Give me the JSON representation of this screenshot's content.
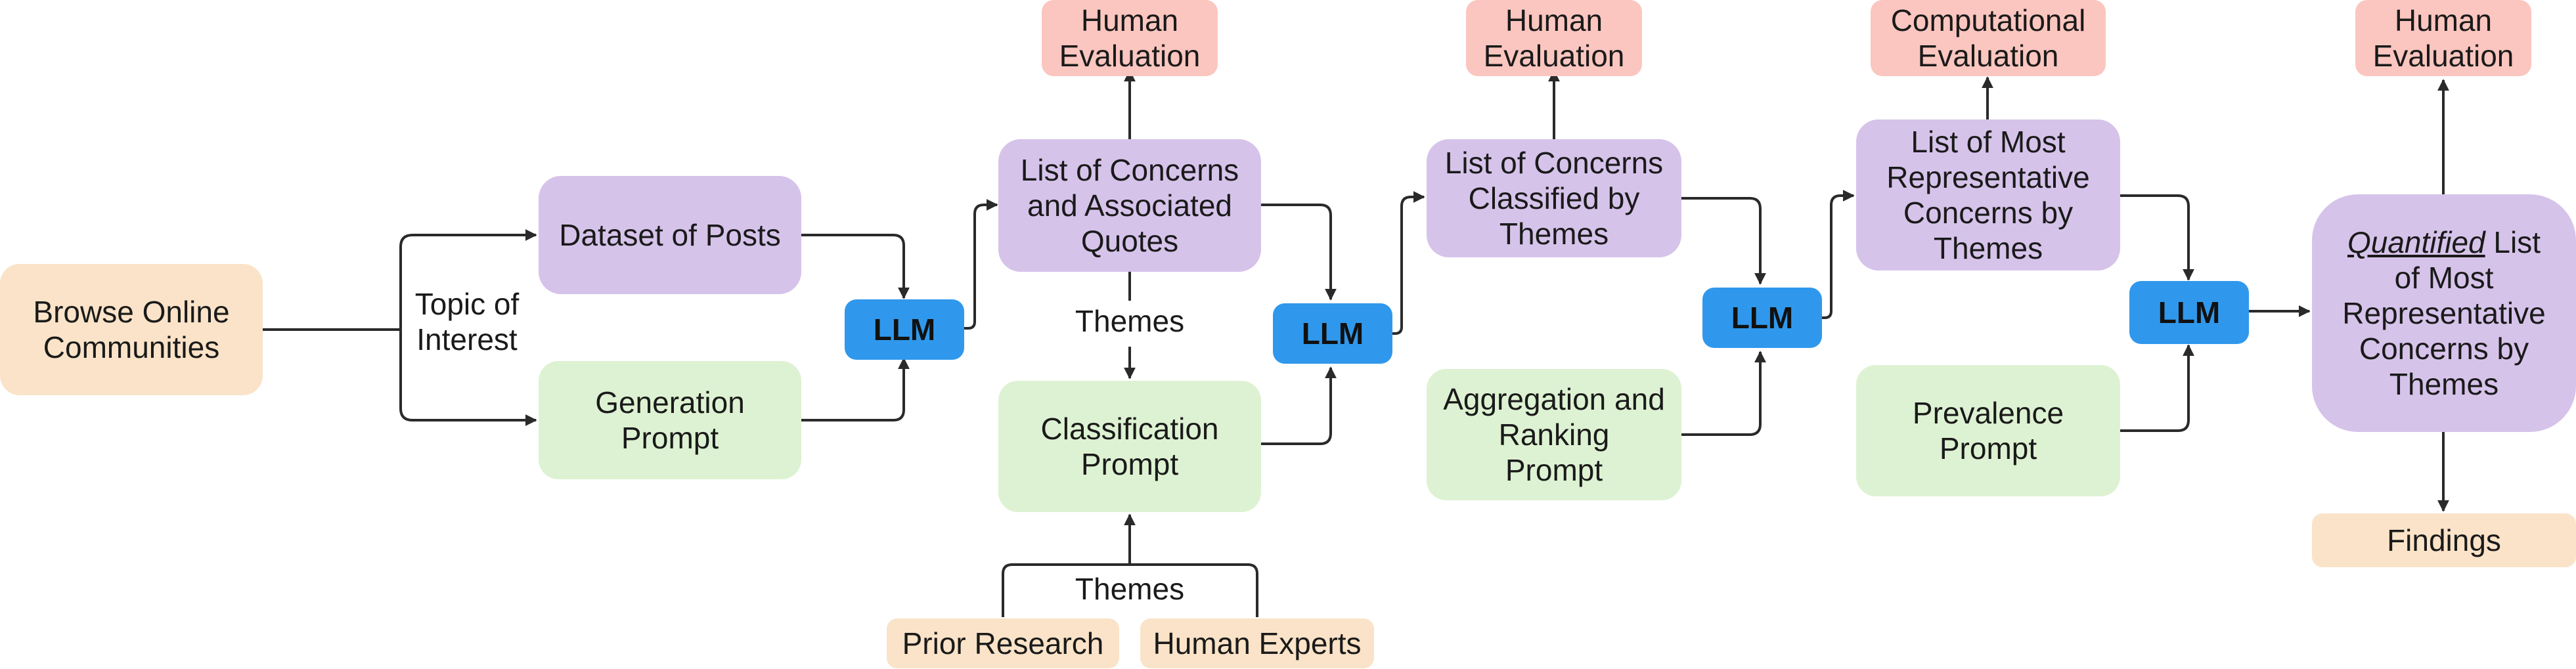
{
  "nodes": {
    "browse": "Browse Online\nCommunities",
    "topic": "Topic of\nInterest",
    "dataset": "Dataset of Posts",
    "generation": "Generation\nPrompt",
    "llm": "LLM",
    "concerns_quotes": "List of Concerns\nand Associated\nQuotes",
    "human_eval": "Human\nEvaluation",
    "themes": "Themes",
    "classification": "Classification\nPrompt",
    "prior_research": "Prior Research",
    "human_experts": "Human Experts",
    "classified": "List of Concerns\nClassified by\nThemes",
    "aggregation": "Aggregation and\nRanking\nPrompt",
    "computational_eval": "Computational\nEvaluation",
    "most_representative": "List of Most\nRepresentative\nConcerns by\nThemes",
    "prevalence": "Prevalence\nPrompt",
    "quantified_word": "Quantified",
    "quantified_rest": " List\nof Most\nRepresentative\nConcerns by\nThemes",
    "findings": "Findings"
  }
}
